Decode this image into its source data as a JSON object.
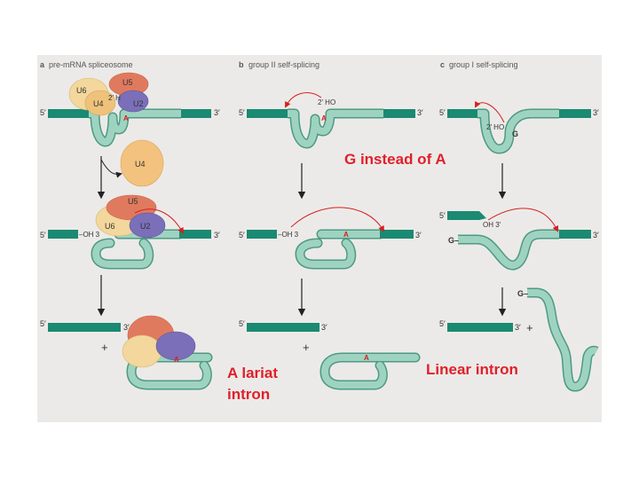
{
  "panels": {
    "a_letter": "a",
    "a_title": "pre-mRNA spliceosome",
    "b_letter": "b",
    "b_title": "group II self-splicing",
    "c_letter": "c",
    "c_title": "group I self-splicing"
  },
  "ends": {
    "five": "5′",
    "three": "3′"
  },
  "labels": {
    "oh2": "2′ HO",
    "oh2_short": "2′ H",
    "oh3": "OH 3′",
    "oh3_left": "–OH 3",
    "adenosine": "A",
    "guanosine": "G",
    "guanosine_dash": "G–",
    "plus": "+"
  },
  "snrnp": {
    "u2": "U2",
    "u4": "U4",
    "u5": "U5",
    "u6": "U6"
  },
  "annotations": {
    "g_instead": "G instead of A",
    "lariat_line1": "A lariat",
    "lariat_line2": "intron",
    "linear": "Linear intron"
  },
  "colors": {
    "exon": "#1a8a72",
    "intron": "#9fd3c1",
    "intron_stroke": "#4c9a83",
    "panel_bg": "#eceae8",
    "red_arrow": "#d42020",
    "red_text": "#e0202a",
    "u2": "#7a6fb8",
    "u4": "#eec27a",
    "u5": "#e07a5f",
    "u6": "#f3d79c"
  }
}
